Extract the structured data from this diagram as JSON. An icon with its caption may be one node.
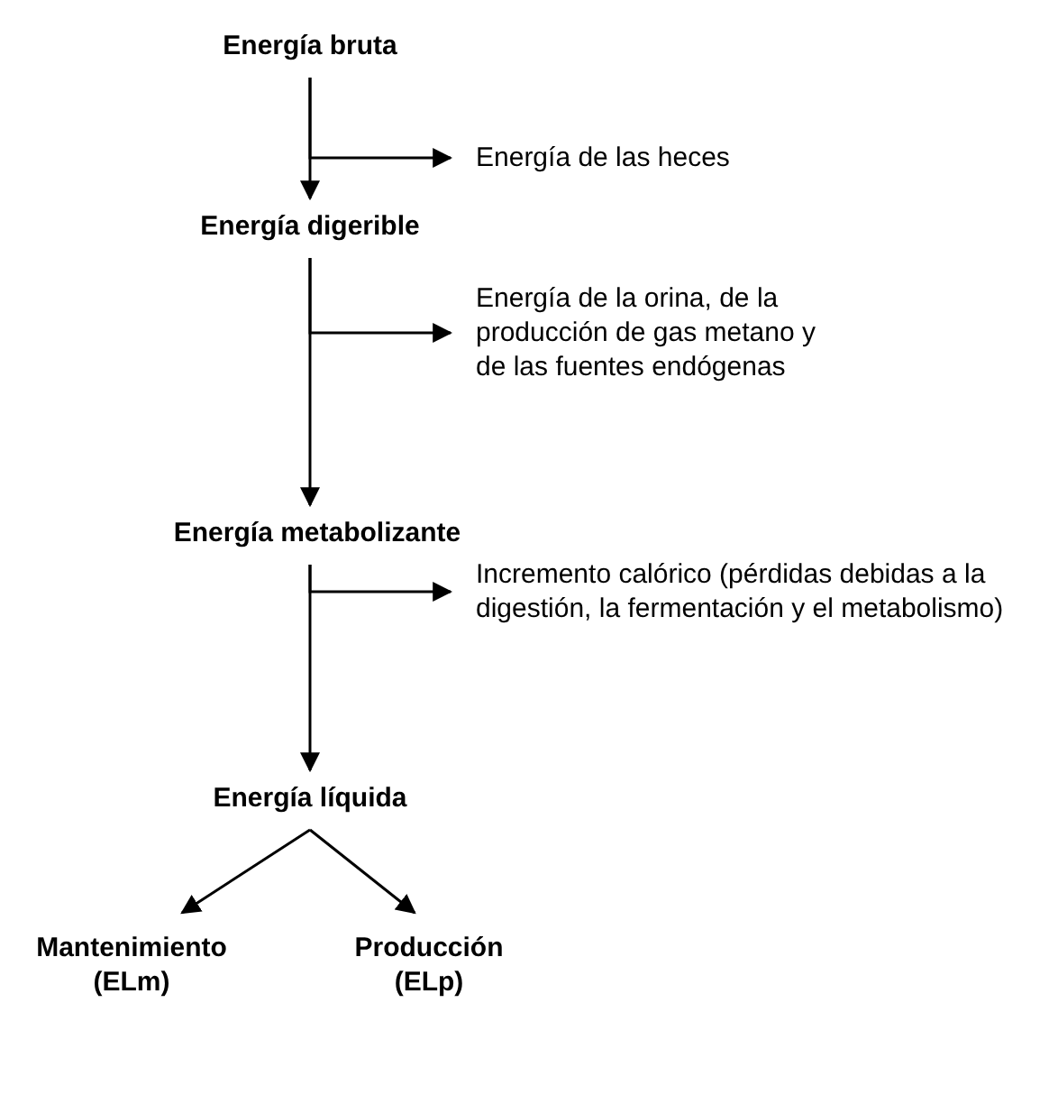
{
  "diagram": {
    "nodes": [
      {
        "text": [
          "Energía bruta"
        ]
      },
      {
        "text": [
          "Energía de las heces"
        ]
      },
      {
        "text": [
          "Energía digerible"
        ]
      },
      {
        "text": [
          "Energía de la orina, de la producción de gas metano y de las fuentes endógenas"
        ]
      },
      {
        "text": [
          "Energía metabolizante"
        ]
      },
      {
        "text": [
          "Incremento calórico (pérdidas debidas a la digestión, la fermentación y el metabolismo)"
        ]
      },
      {
        "text": [
          "Energía líquida"
        ]
      },
      {
        "text": [
          "Mantenimiento (ELm)"
        ]
      },
      {
        "text": [
          "Producción (ELp)"
        ]
      }
    ],
    "edges": [
      {
        "from": 0,
        "to": 2,
        "arrow": "to"
      },
      {
        "from": 0,
        "to": 1,
        "arrow": "to"
      },
      {
        "from": 2,
        "to": 4,
        "arrow": "to"
      },
      {
        "from": 2,
        "to": 3,
        "arrow": "to"
      },
      {
        "from": 4,
        "to": 6,
        "arrow": "to"
      },
      {
        "from": 4,
        "to": 5,
        "arrow": "to"
      },
      {
        "from": 6,
        "to": 7,
        "arrow": "to"
      },
      {
        "from": 6,
        "to": 8,
        "arrow": "to"
      }
    ]
  }
}
